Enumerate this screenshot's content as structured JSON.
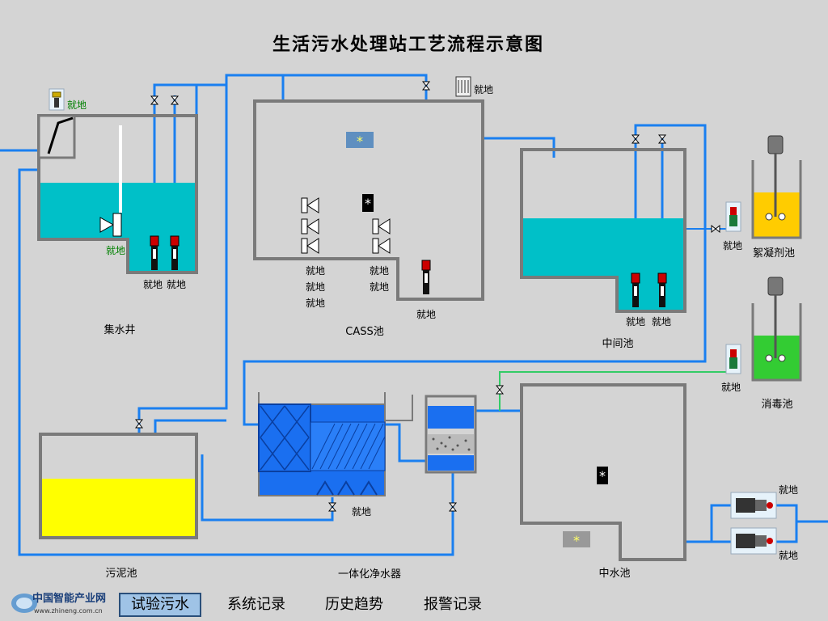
{
  "title": "生活污水处理站工艺流程示意图",
  "labels": {
    "collect_well": "集水井",
    "cass": "CASS池",
    "middle": "中间池",
    "coagulant": "絮凝剂池",
    "disinfect": "消毒池",
    "sludge": "污泥池",
    "purifier": "一体化净水器",
    "reuse": "中水池"
  },
  "local_tag": "就地",
  "star": "*",
  "nav": {
    "items": [
      "试验污水",
      "系统记录",
      "历史趋势",
      "报警记录"
    ],
    "active_index": 0
  },
  "logo": {
    "name": "中国智能产业网",
    "url": "www.zhineng.com.cn"
  },
  "colors": {
    "pipe": "#1a7ff0",
    "water_cyan": "#00c0c8",
    "sludge_yellow": "#ffff00",
    "coagulant_yellow": "#ffcc00",
    "disinfect_green": "#33cc33",
    "tank_wall": "#7a7a7a",
    "purifier_blue": "#1a6ff0",
    "reclaimed_pipe": "#33cc66"
  }
}
